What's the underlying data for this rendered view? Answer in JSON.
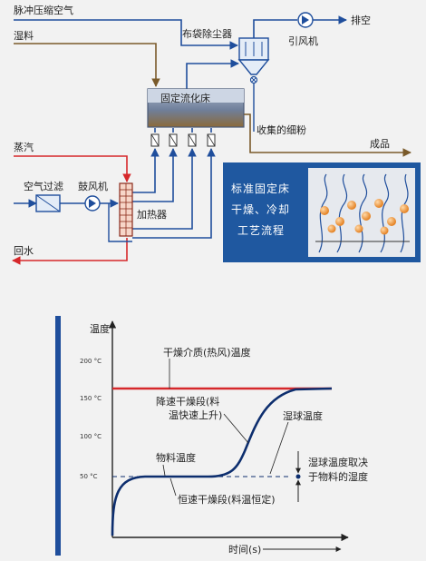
{
  "process": {
    "pulse_air": "脉冲压缩空气",
    "wet_material": "湿料",
    "bag_filter": "布袋除尘器",
    "induced_fan": "引风机",
    "exhaust": "排空",
    "fluid_bed": "固定流化床",
    "fines": "收集的细粉",
    "product": "成品",
    "steam": "蒸汽",
    "air_filter": "空气过滤",
    "blower": "鼓风机",
    "heater": "加热器",
    "return_water": "回水",
    "std_box_lines": [
      "标准固定床",
      "干燥、冷却",
      "工艺流程"
    ]
  },
  "chart": {
    "y_title": "温度",
    "x_title": "时间(s)",
    "ticks": [
      "200 °C",
      "150 °C",
      "100 °C",
      "50 °C"
    ],
    "medium_temp": "干燥介质(热风)温度",
    "falling_rate_1": "降速干燥段(料",
    "falling_rate_2": "温快速上升)",
    "wet_bulb": "湿球温度",
    "material_temp": "物料温度",
    "const_rate": "恒速干燥段(料温恒定)",
    "wb_note_1": "湿球温度取决",
    "wb_note_2": "于物料的湿度"
  },
  "colors": {
    "blue": "#1f4e9c",
    "brown": "#7a5a2a",
    "red": "#d6282b",
    "navy": "#0d2e6e",
    "bed": "#8da0bd",
    "box": "#1f58a0"
  }
}
